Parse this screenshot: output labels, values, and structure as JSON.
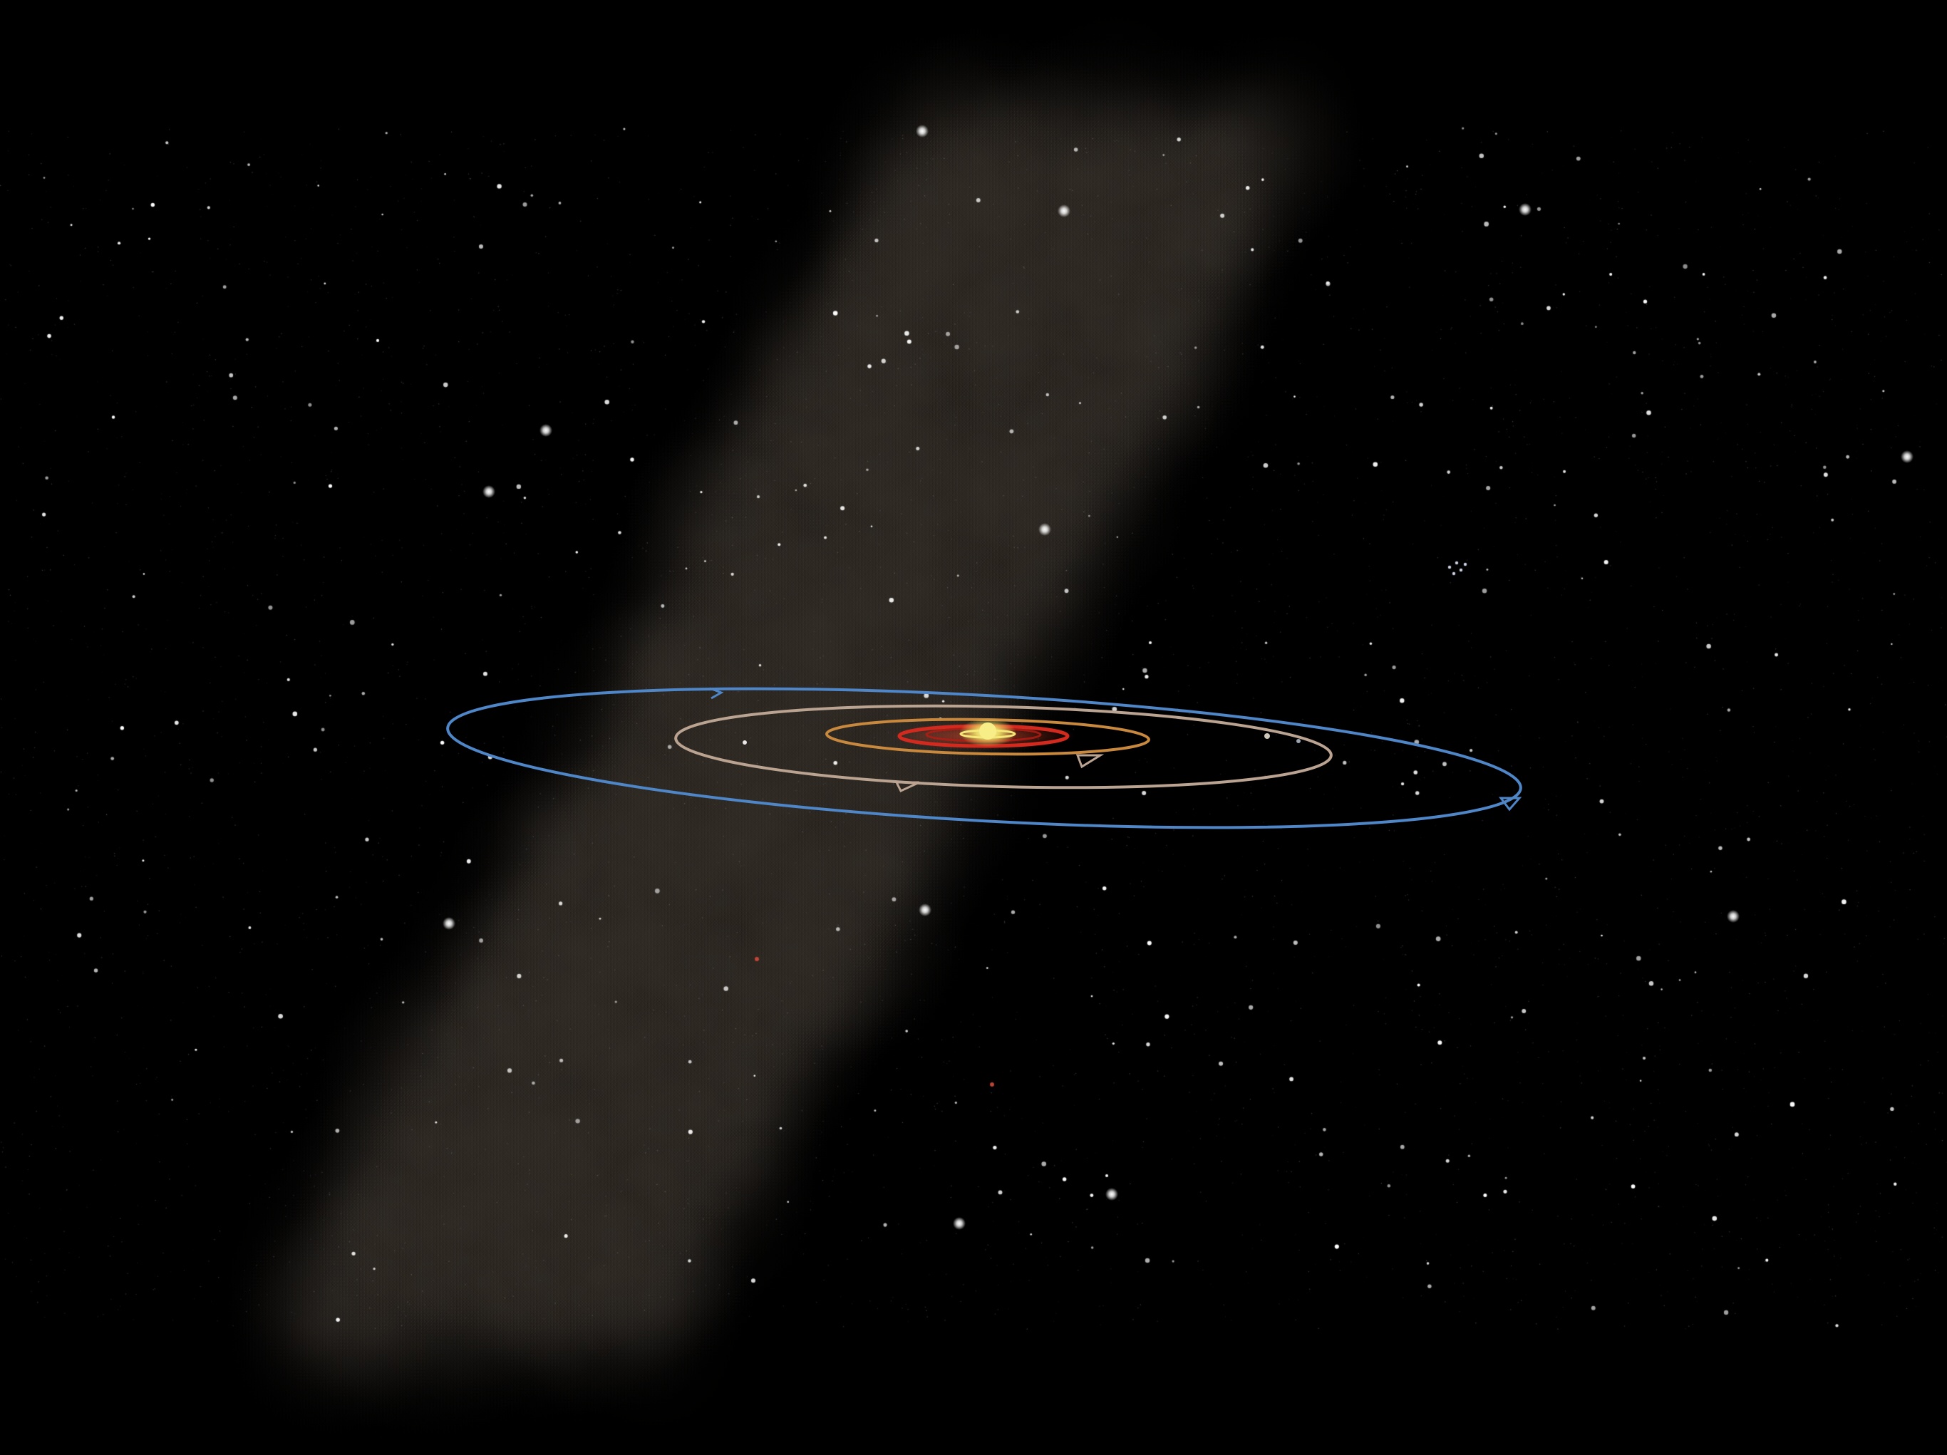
{
  "scene": {
    "background": "#000000",
    "milky_way_tint": "#2a2622",
    "star_color": "#ffffff",
    "red_star_color": "#d24a3a"
  },
  "system": {
    "star": {
      "name": "central-star",
      "color": "#f2e86a",
      "glow": "#fff7a8"
    },
    "orbits": [
      {
        "id": "orbit-1",
        "color": "#d22a1e"
      },
      {
        "id": "orbit-2",
        "color": "#c8893e"
      },
      {
        "id": "orbit-3",
        "color": "#bba392"
      },
      {
        "id": "orbit-4",
        "color": "#4f86c8"
      }
    ]
  }
}
